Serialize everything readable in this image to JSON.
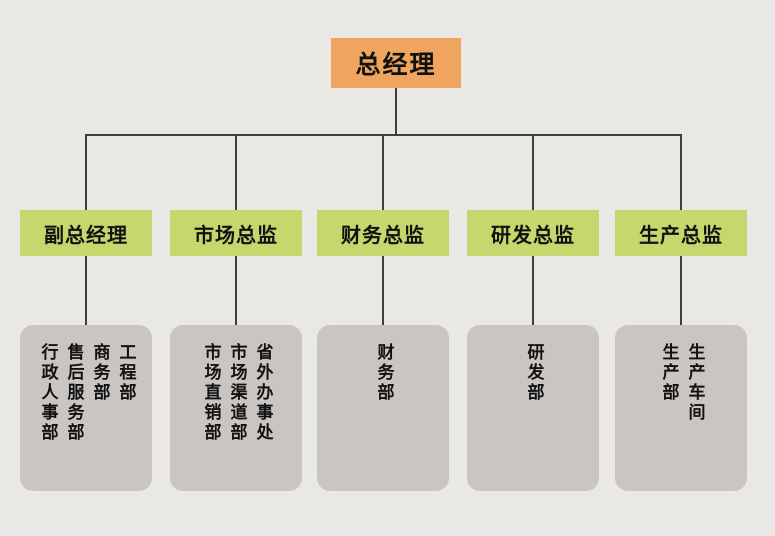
{
  "org": {
    "root": {
      "label": "总经理"
    },
    "level2": [
      {
        "label": "副总经理",
        "departments": [
          "工程部",
          "商务部",
          "售后服务部",
          "行政人事部"
        ]
      },
      {
        "label": "市场总监",
        "departments": [
          "省外办事处",
          "市场渠道部",
          "市场直销部"
        ]
      },
      {
        "label": "财务总监",
        "departments": [
          "财务部"
        ]
      },
      {
        "label": "研发总监",
        "departments": [
          "研发部"
        ]
      },
      {
        "label": "生产总监",
        "departments": [
          "生产车间",
          "生产部"
        ]
      }
    ],
    "colors": {
      "background": "#eae8e4",
      "root_box": "#f0a55e",
      "director_box": "#c6d76e",
      "department_box": "#c9c5c2",
      "connector_line": "#3f3f3f",
      "text": "#111111"
    }
  }
}
